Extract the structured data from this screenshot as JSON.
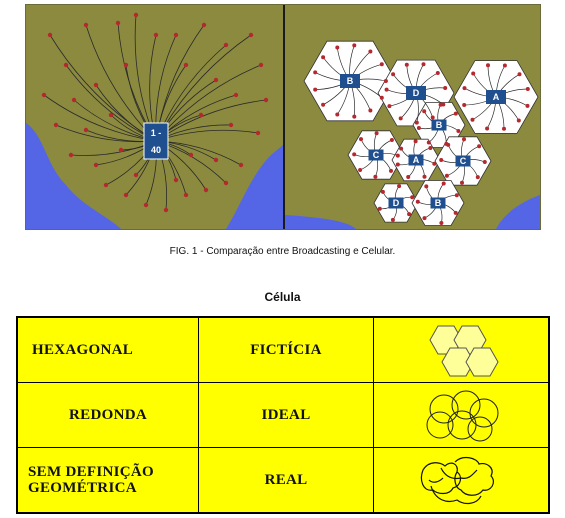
{
  "figure": {
    "broadcast_label": [
      "1 -",
      "40"
    ],
    "cell_labels": [
      "B",
      "D",
      "A",
      "B",
      "C",
      "A",
      "C",
      "D",
      "B"
    ],
    "colors": {
      "land": "#8b8a3f",
      "water": "#5466e6",
      "tower": "#1f4f8f",
      "user": "#b5282e",
      "cell": "#ffffff"
    },
    "caption": "FIG. 1 - Comparação entre Broadcasting e Celular."
  },
  "table": {
    "title": "Célula",
    "rows": [
      {
        "shape": "HEXAGONAL",
        "kind": "FICTÍCIA",
        "icon": "hexagon-cells-icon"
      },
      {
        "shape": "REDONDA",
        "kind": "IDEAL",
        "icon": "round-cells-icon"
      },
      {
        "shape_lines": [
          "SEM DEFINIÇÃO",
          "GEOMÉTRICA"
        ],
        "kind": "REAL",
        "icon": "irregular-cells-icon"
      }
    ]
  }
}
